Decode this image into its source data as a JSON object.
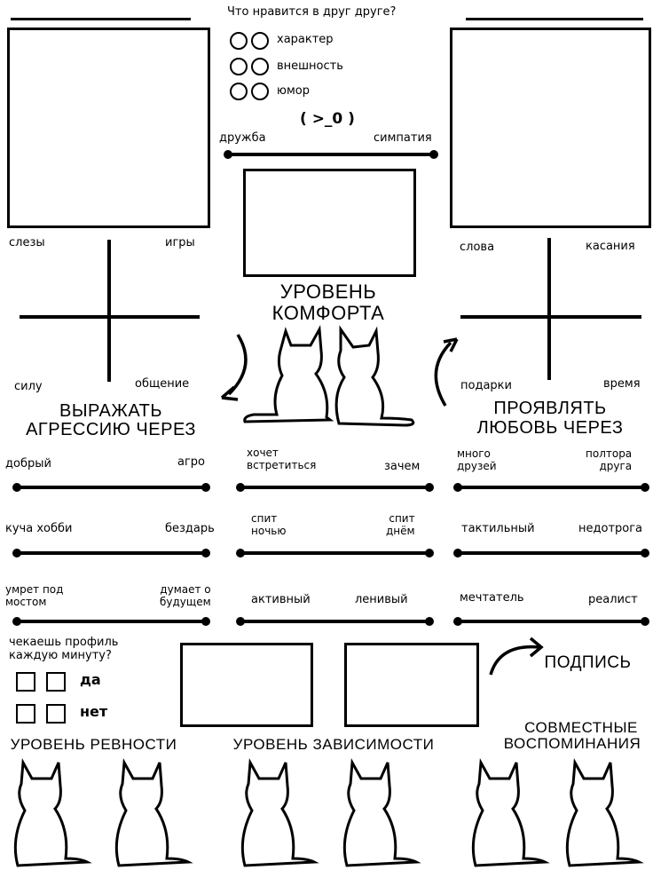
{
  "header": {
    "question": "Что нравится в друг друге?"
  },
  "likes": [
    "характер",
    "внешность",
    "юмор"
  ],
  "emoticon": "( >_0 )",
  "friendship_slider": {
    "left": "дружба",
    "right": "симпатия"
  },
  "comfort_title": [
    "УРОВЕНЬ",
    "КОМФОРТА"
  ],
  "aggression": {
    "top_left": "слезы",
    "top_right": "игры",
    "bottom_left": "силу",
    "bottom_right": "общение",
    "title": [
      "ВЫРАЖАТЬ",
      "АГРЕССИЮ ЧЕРЕЗ"
    ]
  },
  "love": {
    "top_left": "слова",
    "top_right": "касания",
    "bottom_left": "подарки",
    "bottom_right": "время",
    "title": [
      "ПРОЯВЛЯТЬ",
      "ЛЮБОВЬ ЧЕРЕЗ"
    ]
  },
  "sliders": [
    {
      "left": "добрый",
      "right": "агро"
    },
    {
      "left": "хочет\nвстретиться",
      "right": "зачем"
    },
    {
      "left": "много\nдрузей",
      "right": "полтора\nдруга"
    },
    {
      "left": "куча хобби",
      "right": "бездарь"
    },
    {
      "left": "спит\nночью",
      "right": "спит\nднём"
    },
    {
      "left": "тактильный",
      "right": "недотрога"
    },
    {
      "left": "умрет под\nмостом",
      "right": "думает о\nбудущем"
    },
    {
      "left": "активный",
      "right": "ленивый"
    },
    {
      "left": "мечтатель",
      "right": "реалист"
    }
  ],
  "profile_question": [
    "чекаешь профиль",
    "каждую минуту?"
  ],
  "answers": {
    "yes": "да",
    "no": "нет"
  },
  "signature": "ПОДПИСЬ",
  "levels": {
    "jealousy": "УРОВЕНЬ РЕВНОСТИ",
    "dependency": "УРОВЕНЬ ЗАВИСИМОСТИ",
    "memories": [
      "СОВМЕСТНЫЕ",
      "ВОСПОМИНАНИЯ"
    ]
  }
}
